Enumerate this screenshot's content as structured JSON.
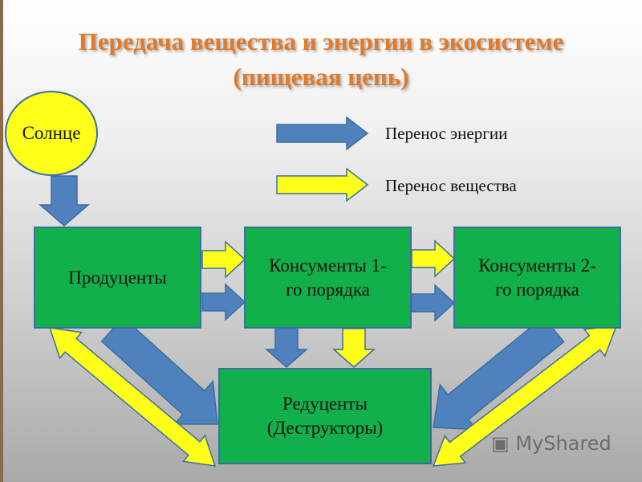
{
  "title": {
    "line1": "Передача вещества и энергии в экосистеме",
    "line2": "(пищевая цепь)"
  },
  "colors": {
    "energy": "#4f81bd",
    "matter": "#ffff1a",
    "box": "#12b04a",
    "title": "#e07a2a"
  },
  "legend": {
    "energy": "Перенос энергии",
    "matter": "Перенос вещества"
  },
  "nodes": {
    "sun": "Солнце",
    "producers": "Продуценты",
    "consumers1_line1": "Консументы 1-",
    "consumers1_line2": "го порядка",
    "consumers2_line1": "Консументы 2-",
    "consumers2_line2": "го порядка",
    "reducers_line1": "Редуценты",
    "reducers_line2": "(Деструкторы)"
  },
  "watermark": "MyShared"
}
